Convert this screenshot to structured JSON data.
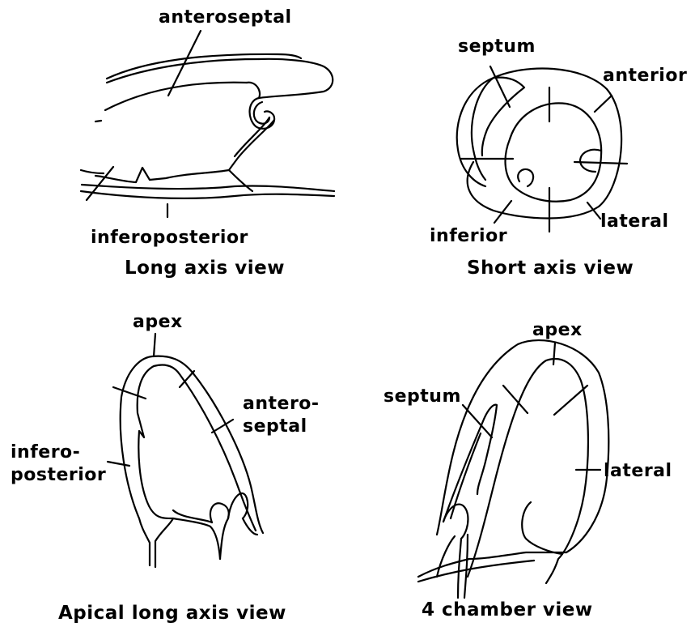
{
  "panels": {
    "long_axis": {
      "caption": "Long axis view",
      "labels": {
        "anteroseptal": "anteroseptal",
        "inferoposterior": "inferoposterior"
      }
    },
    "short_axis": {
      "caption": "Short axis view",
      "labels": {
        "septum": "septum",
        "anterior": "anterior",
        "inferior": "inferior",
        "lateral": "lateral"
      }
    },
    "apical_long_axis": {
      "caption": "Apical long axis view",
      "labels": {
        "apex": "apex",
        "antero_line1": "antero-",
        "antero_line2": "septal",
        "infero_line1": "infero-",
        "infero_line2": "posterior"
      }
    },
    "four_chamber": {
      "caption": "4 chamber view",
      "labels": {
        "apex": "apex",
        "septum": "septum",
        "lateral": "lateral"
      }
    }
  }
}
